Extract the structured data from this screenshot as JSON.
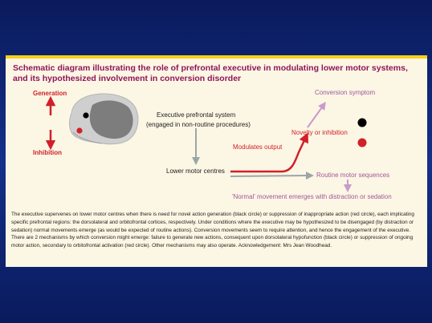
{
  "title": "Schematic diagram illustrating the role of prefrontal executive in modulating lower motor systems, and its hypothesized involvement in conversion disorder",
  "labels": {
    "generation": "Generation",
    "inhibition": "Inhibition",
    "executive_line1": "Executive prefrontal system",
    "executive_line2": "(engaged in non-routine procedures)",
    "lower_motor": "Lower motor centres",
    "modulates": "Modulates output",
    "novelty": "Novelty or inhibition",
    "conversion": "Conversion symptom",
    "routine": "Routine motor sequences",
    "normal": "'Normal' movement emerges with distraction or sedation"
  },
  "caption": "The executive supervenes on lower motor centres when there is need for novel action generation (black circle) or suppression of inappropriate action (red circle), each implicating specific prefrontal regions: the dorsolateral and orbitofrontal cortices, respectively. Under conditions where the executive may be hypothesized to be disengaged (by distraction or sedation) normal movements emerge (as would be expected of routine actions). Conversion movements seem to require attention, and hence the engagement of the executive. There are 2 mechanisms by which conversion might emerge: failure to generate new actions, consequent upon dorsolateral hypofunction (black circle) or suppression of ongoing motor action, secondary to orbitofrontal activation (red circle). Other mechanisms may also operate. Acknowledgement: Mrs Jean Woodhead.",
  "colors": {
    "background": "#0d1f6e",
    "panel": "#fcf6e4",
    "accent_bar": "#f5d117",
    "title": "#8e1559",
    "red": "#d0202a",
    "pink": "#a1579c",
    "grey_arrow": "#9aa7a7",
    "brain_light": "#c8c8c8",
    "brain_dark": "#7d7d7d"
  }
}
